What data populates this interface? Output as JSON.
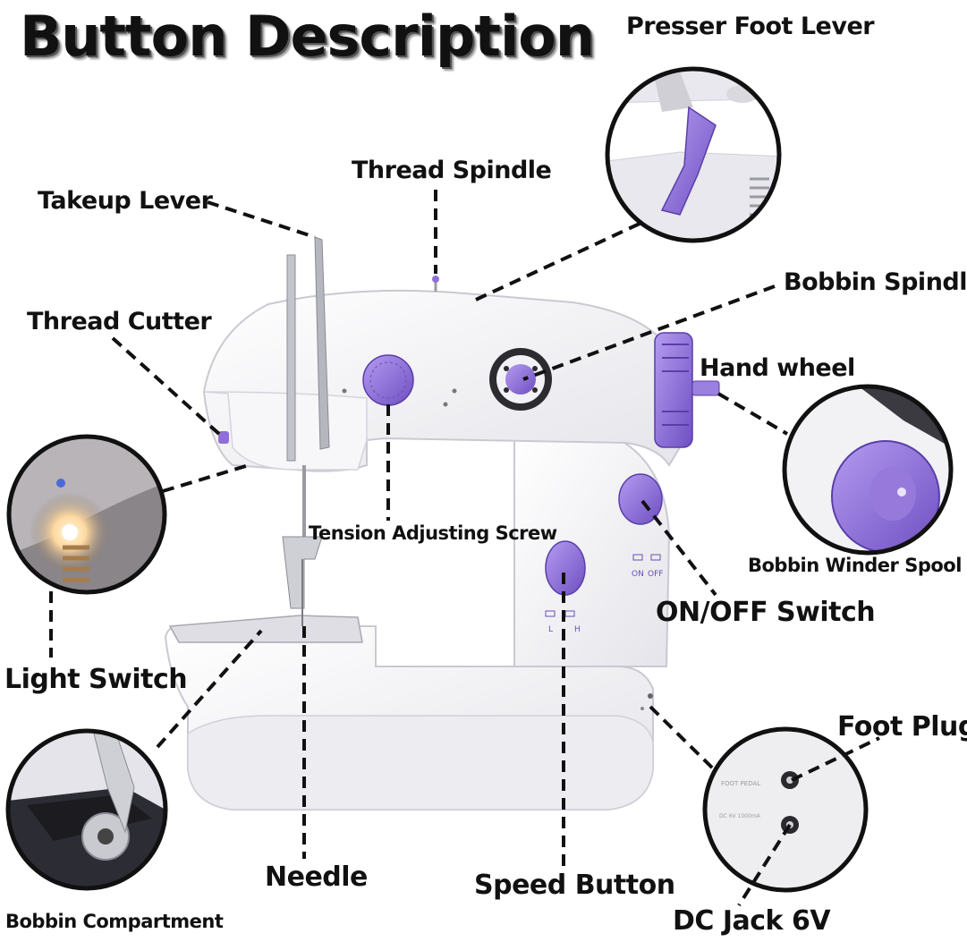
{
  "title": "Button Description",
  "labels": {
    "presser_foot_lever": "Presser Foot Lever",
    "thread_spindle": "Thread Spindle",
    "takeup_lever": "Takeup Lever",
    "bobbin_spindle": "Bobbin Spindle",
    "thread_cutter": "Thread Cutter",
    "hand_wheel": "Hand wheel",
    "tension_adjusting_screw": "Tension Adjusting Screw",
    "bobbin_winder_spool": "Bobbin Winder Spool",
    "on_off_switch": "ON/OFF Switch",
    "light_switch": "Light Switch",
    "foot_plug": "Foot Plug",
    "needle": "Needle",
    "speed_button": "Speed Button",
    "bobbin_compartment": "Bobbin Compartment",
    "dc_jack": "DC Jack 6V"
  },
  "machine_marks": {
    "on": "ON",
    "off": "OFF",
    "low": "L",
    "high": "H",
    "foot_pedal": "FOOT PEDAL",
    "dc_rating": "DC 6V 1000mA"
  },
  "colors": {
    "accent": "#8f6fd6",
    "accent_dark": "#6a4cb8",
    "machine_body": "#f4f4f7",
    "text": "#111111"
  }
}
